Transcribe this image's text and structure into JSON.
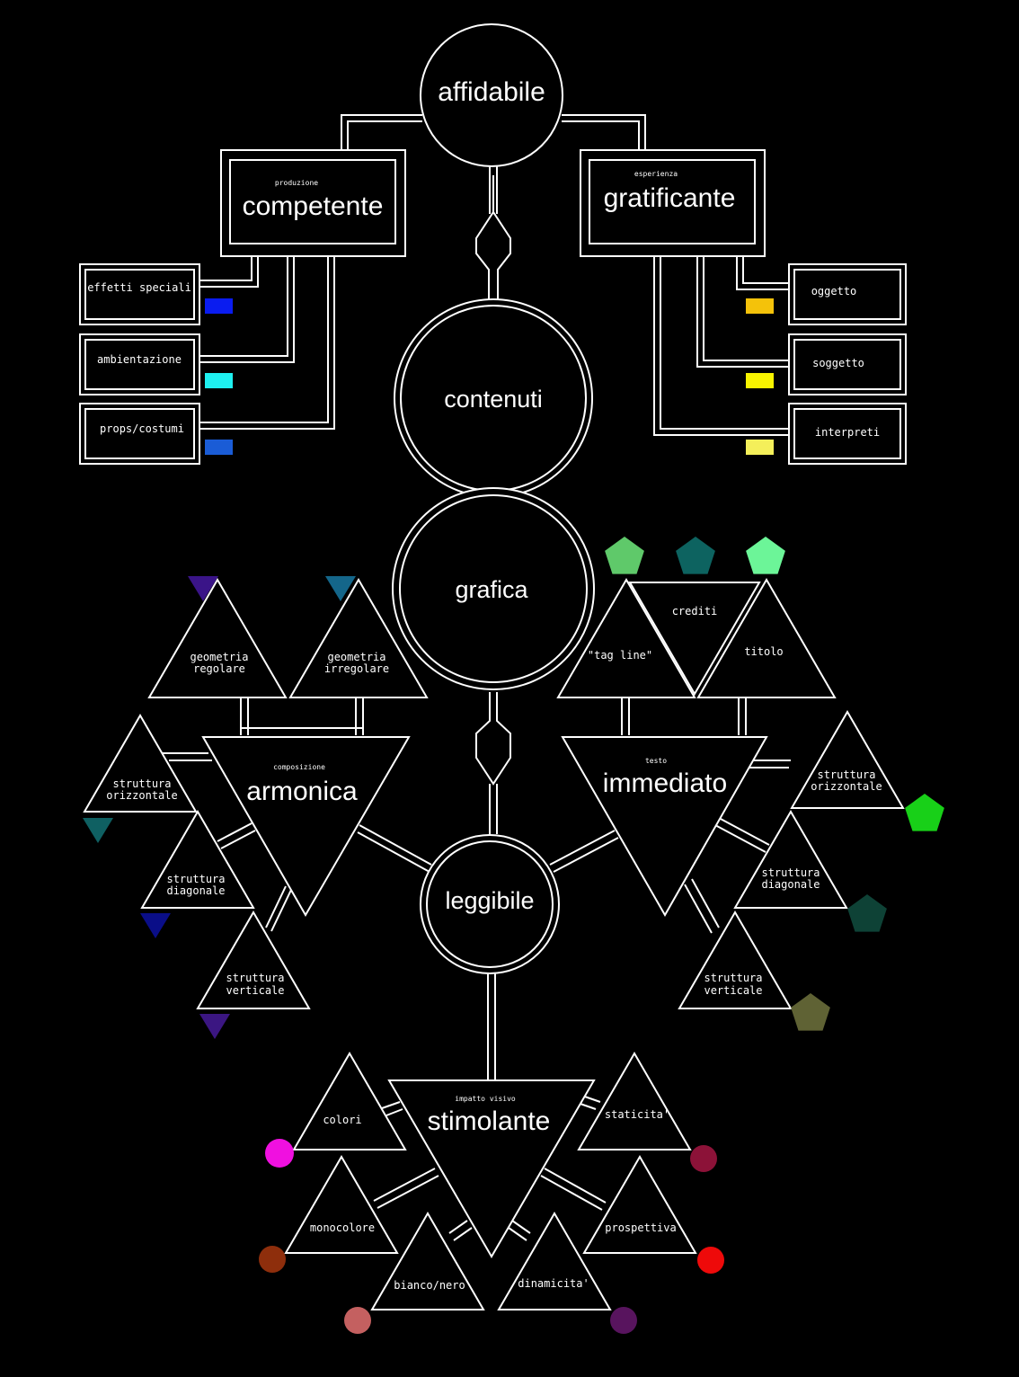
{
  "nodes": {
    "affidabile": "affidabile",
    "competente": {
      "small": "produzione",
      "label": "competente"
    },
    "gratificante": {
      "small": "esperienza",
      "label": "gratificante"
    },
    "contenuti": "contenuti",
    "grafica": "grafica",
    "leggibile": "leggibile",
    "armonica": {
      "small": "composizione",
      "label": "armonica"
    },
    "immediato": {
      "small": "testo",
      "label": "immediato"
    },
    "stimolante": {
      "small": "impatto visivo",
      "label": "stimolante"
    }
  },
  "competente_items": [
    "effetti speciali",
    "ambientazione",
    "props/costumi"
  ],
  "gratificante_items": [
    "oggetto",
    "soggetto",
    "interpreti"
  ],
  "armonica_items": [
    [
      "geometria",
      "regolare"
    ],
    [
      "geometria",
      "irregolare"
    ],
    [
      "struttura",
      "orizzontale"
    ],
    [
      "struttura",
      "diagonale"
    ],
    [
      "struttura",
      "verticale"
    ]
  ],
  "immediato_items": {
    "tag_line": "\"tag line\"",
    "crediti": "crediti",
    "titolo": "titolo",
    "orizzontale": [
      "struttura",
      "orizzontale"
    ],
    "diagonale": [
      "struttura",
      "diagonale"
    ],
    "verticale": [
      "struttura",
      "verticale"
    ]
  },
  "stimolante_items": [
    "colori",
    "staticita'",
    "monocolore",
    "prospettiva",
    "bianco/nero",
    "dinamicita'"
  ],
  "colors": {
    "effetti_speciali": "#0a1cf0",
    "ambientazione": "#1ef0f0",
    "props_costumi": "#1a5cd6",
    "oggetto": "#f4c20a",
    "soggetto": "#f8f400",
    "interpreti": "#f4ef5a",
    "geometria_regolare": "#3a1488",
    "geometria_irregolare": "#14668a",
    "struttura_orizzontale_arm": "#0f6062",
    "struttura_diagonale_arm": "#0a0e88",
    "struttura_verticale_arm": "#3b1682",
    "tag_line": "#5fc96a",
    "crediti": "#0d6360",
    "titolo": "#6cf598",
    "struttura_orizzontale_imm": "#18d018",
    "struttura_diagonale_imm": "#0e4236",
    "struttura_verticale_imm": "#5f6234",
    "colori": "#f010e0",
    "staticita": "#8c1238",
    "monocolore": "#8e2e0c",
    "prospettiva": "#ee0a0a",
    "bianco_nero": "#c46060",
    "dinamicita": "#58145e"
  }
}
